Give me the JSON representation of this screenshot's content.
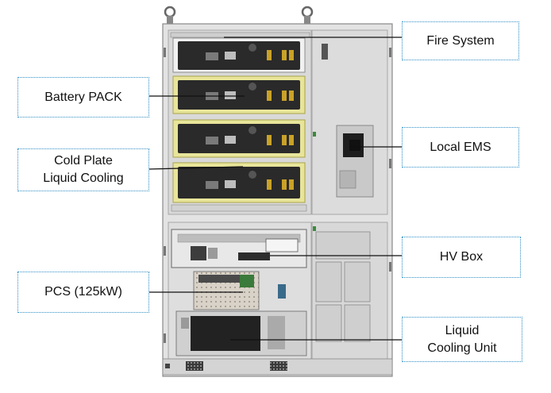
{
  "labels": {
    "fire_system": "Fire System",
    "battery_pack": "Battery PACK",
    "cold_plate": "Cold Plate\nLiquid Cooling",
    "local_ems": "Local EMS",
    "hv_box": "HV Box",
    "pcs": "PCS (125kW)",
    "liquid_cooling_unit": "Liquid\nCooling Unit"
  },
  "colors": {
    "callout_border": "#2e8ec4",
    "cabinet_frame": "#c4c4c4",
    "battery_module": "#2a2a2a",
    "battery_highlight": "#e3e08a",
    "leader_line": "#111111"
  }
}
